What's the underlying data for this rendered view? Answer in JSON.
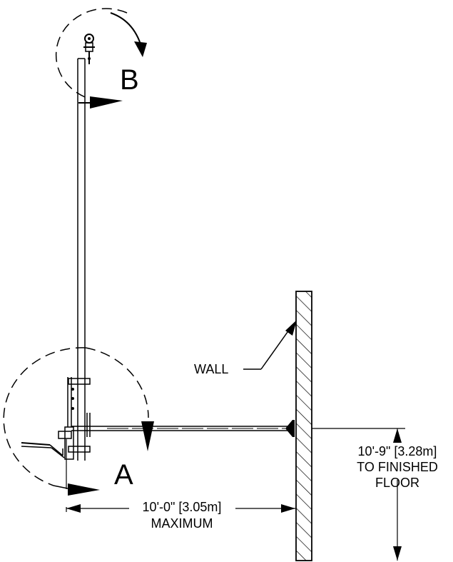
{
  "detail_labels": {
    "a": "A",
    "b": "B"
  },
  "wall_label": "WALL",
  "dimensions": {
    "horizontal": {
      "line1": "10'-0\" [3.05m]",
      "line2": "MAXIMUM"
    },
    "vertical": {
      "line1": "10'-9\" [3.28m]",
      "line2": "TO FINISHED",
      "line3": "FLOOR"
    }
  }
}
